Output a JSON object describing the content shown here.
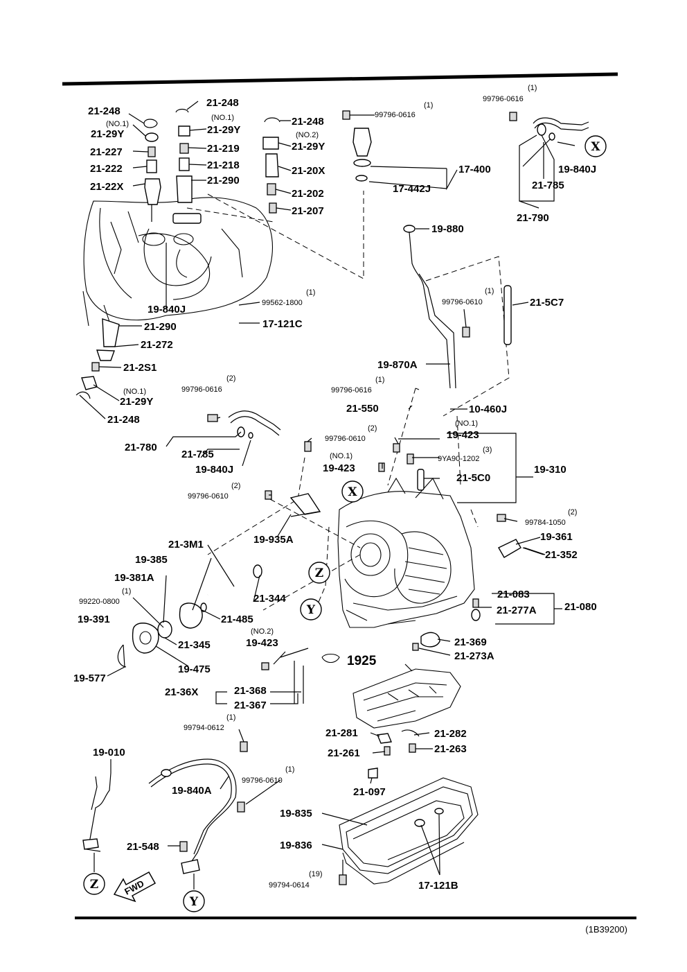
{
  "caption": "(1B39200)",
  "fwd": "FWD",
  "markers": {
    "x": "X",
    "y": "Y",
    "z": "Z"
  },
  "labels": {
    "l21_248_a": "21-248",
    "no1_a": "(NO.1)",
    "l21_29y_a": "21-29Y",
    "l21_227": "21-227",
    "l21_222": "21-222",
    "l21_22x": "21-22X",
    "l21_248_b": "21-248",
    "no1_b": "(NO.1)",
    "l21_29y_b": "21-29Y",
    "l21_219": "21-219",
    "l21_218": "21-218",
    "l21_290_a": "21-290",
    "l21_248_c": "21-248",
    "no2_a": "(NO.2)",
    "l21_29y_c": "21-29Y",
    "l21_20x": "21-20X",
    "l21_202": "21-202",
    "l21_207": "21-207",
    "q1_a": "(1)",
    "b99796_0616_a": "99796-0616",
    "l17_400": "17-400",
    "l17_442j": "17-442J",
    "q1_b": "(1)",
    "b99796_0616_b": "99796-0616",
    "l19_840j_a": "19-840J",
    "l21_785_a": "21-785",
    "l21_790": "21-790",
    "l19_880": "19-880",
    "q1_c": "(1)",
    "b99562_1800": "99562-1800",
    "l19_840j_b": "19-840J",
    "l17_121c": "17-121C",
    "l21_290_b": "21-290",
    "l21_272": "21-272",
    "l21_2s1": "21-2S1",
    "no1_c": "(NO.1)",
    "l21_29y_d": "21-29Y",
    "l21_248_d": "21-248",
    "q1_d": "(1)",
    "b99796_0610_a": "99796-0610",
    "l21_5c7": "21-5C7",
    "l19_870a": "19-870A",
    "q1_e": "(1)",
    "b99796_0616_c": "99796-0616",
    "l21_550": "21-550",
    "l10_460j": "10-460J",
    "q2_a": "(2)",
    "b99796_0616_d": "99796-0616",
    "l21_780": "21-780",
    "l21_785_b": "21-785",
    "l19_840j_c": "19-840J",
    "q2_b": "(2)",
    "b99796_0610_b": "99796-0610",
    "no1_d": "(NO.1)",
    "l19_423_a": "19-423",
    "no1_e": "(NO.1)",
    "l19_423_b": "19-423",
    "q3_a": "(3)",
    "b9ya90_1202": "9YA90-1202",
    "l21_5c0": "21-5C0",
    "l19_310": "19-310",
    "q2_c": "(2)",
    "b99796_0610_c": "99796-0610",
    "q2_d": "(2)",
    "b99784_1050": "99784-1050",
    "l19_935a": "19-935A",
    "l19_361": "19-361",
    "l21_352": "21-352",
    "l21_3m1": "21-3M1",
    "l19_385": "19-385",
    "l19_381a": "19-381A",
    "q1_f": "(1)",
    "b99220_0800": "99220-0800",
    "l21_344": "21-344",
    "l21_485": "21-485",
    "l19_391": "19-391",
    "l21_345": "21-345",
    "l19_475": "19-475",
    "l19_577": "19-577",
    "no2_b": "(NO.2)",
    "l19_423_c": "19-423",
    "l21_083": "21-083",
    "l21_277a": "21-277A",
    "l21_080": "21-080",
    "l21_369": "21-369",
    "l21_273a": "21-273A",
    "l1925": "1925",
    "l21_36x": "21-36X",
    "l21_368": "21-368",
    "l21_367": "21-367",
    "q1_g": "(1)",
    "b99794_0612": "99794-0612",
    "l19_010": "19-010",
    "l19_840a": "19-840A",
    "q1_h": "(1)",
    "b99796_0610_d": "99796-0610",
    "l21_281": "21-281",
    "l21_282": "21-282",
    "l21_261": "21-261",
    "l21_263": "21-263",
    "l21_097": "21-097",
    "l19_835": "19-835",
    "l19_836": "19-836",
    "l21_548": "21-548",
    "q19": "(19)",
    "b99794_0614": "99794-0614",
    "l17_121b": "17-121B"
  }
}
